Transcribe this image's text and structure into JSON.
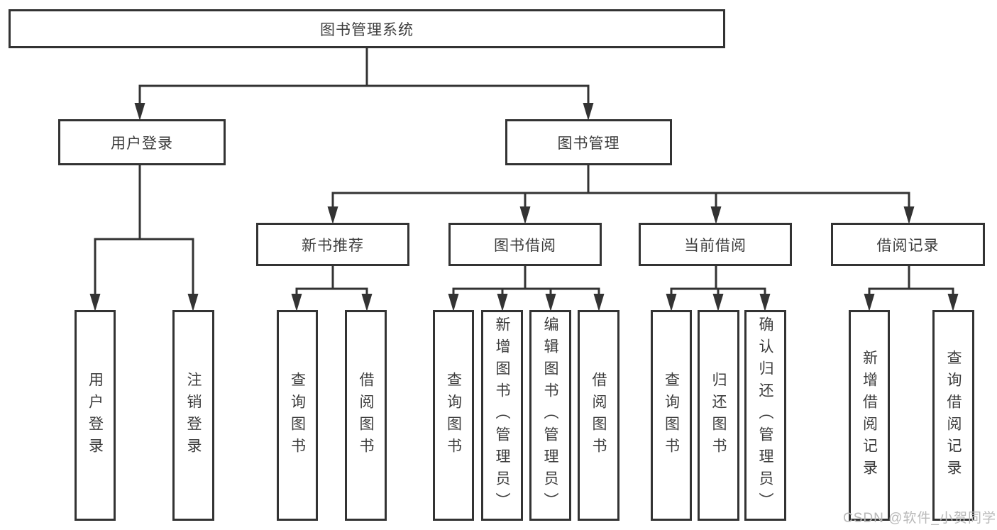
{
  "diagram": {
    "root": {
      "label": "图书管理系统"
    },
    "level2": [
      {
        "label": "用户登录"
      },
      {
        "label": "图书管理"
      }
    ],
    "level3": [
      {
        "label": "新书推荐"
      },
      {
        "label": "图书借阅"
      },
      {
        "label": "当前借阅"
      },
      {
        "label": "借阅记录"
      }
    ],
    "leaves": [
      {
        "label": "用户登录",
        "parent": "用户登录"
      },
      {
        "label": "注销登录",
        "parent": "用户登录"
      },
      {
        "label": "查询图书",
        "parent": "新书推荐"
      },
      {
        "label": "借阅图书",
        "parent": "新书推荐"
      },
      {
        "label": "查询图书",
        "parent": "图书借阅"
      },
      {
        "label": "新增图书（管理员）",
        "parent": "图书借阅"
      },
      {
        "label": "编辑图书（管理员）",
        "parent": "图书借阅"
      },
      {
        "label": "借阅图书",
        "parent": "图书借阅"
      },
      {
        "label": "查询图书",
        "parent": "当前借阅"
      },
      {
        "label": "归还图书",
        "parent": "当前借阅"
      },
      {
        "label": "确认归还（管理员）",
        "parent": "当前借阅"
      },
      {
        "label": "新增借阅记录",
        "parent": "借阅记录"
      },
      {
        "label": "查询借阅记录",
        "parent": "借阅记录"
      }
    ]
  },
  "watermark": {
    "text": "CSDN @软件_小贺同学"
  },
  "colors": {
    "line": "#333333",
    "border": "#333333",
    "text": "#3c3c3c",
    "background": "#ffffff",
    "watermark": "#b9b9b9"
  }
}
